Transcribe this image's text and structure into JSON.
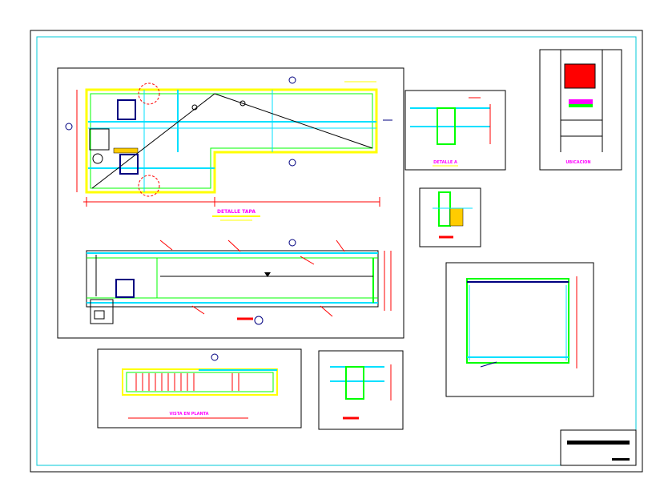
{
  "drawing": {
    "colors": {
      "frame": "#000000",
      "inner_frame": "#00c8d8",
      "concrete": "#ffff00",
      "rebar": "#00ff00",
      "water": "#00e0ff",
      "dimension": "#ff0000",
      "hatch": "#ff0000",
      "equipment": "#000080",
      "title_mark": "#ff00ff"
    },
    "views": [
      {
        "id": "plan",
        "title": "DETALLE TAPA"
      },
      {
        "id": "detail-a",
        "title": "DETALLE A"
      },
      {
        "id": "location",
        "title": "UBICACION"
      },
      {
        "id": "bottom-left",
        "title": "VISTA EN PLANTA"
      }
    ],
    "title_block": {
      "icon": "title-block-icon"
    }
  }
}
